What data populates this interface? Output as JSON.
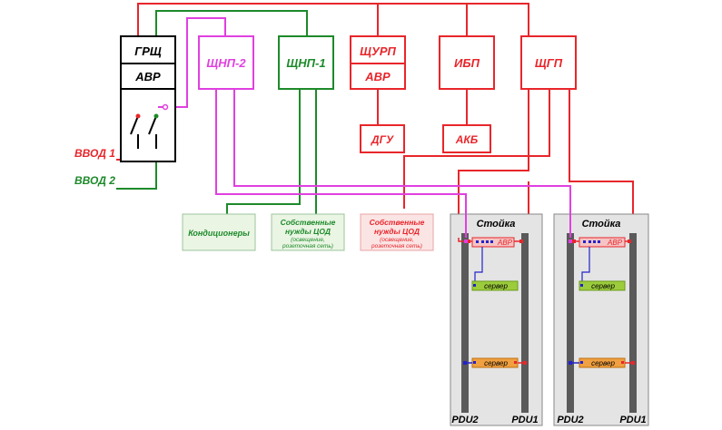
{
  "colors": {
    "red": "#e8262b",
    "green": "#1d8a2a",
    "magenta": "#e040e0",
    "blue": "#2222cc",
    "black": "#000000",
    "rack_fill": "#e4e4e4",
    "pdu_fill": "#5a5a5a",
    "server_green": "#9ccc3c",
    "server_orange": "#f0a040",
    "avr_fill": "#f6c4c4"
  },
  "main_panel": {
    "title": "ГРЩ",
    "avr": "АВР"
  },
  "inputs": {
    "input1": "ВВОД 1",
    "input2": "ВВОД 2"
  },
  "panels": {
    "shchnp2": "ЩНП-2",
    "shchnp1": "ЩНП-1",
    "shchurp": "ЩУРП",
    "shchurp_avr": "АВР",
    "ibp": "ИБП",
    "shchgp": "ЩГП",
    "dgu": "ДГУ",
    "akb": "АКБ"
  },
  "loads": {
    "conditioners": "Кондиционеры",
    "own_needs_green": {
      "line1": "Собственные",
      "line2": "нужды ЦОД",
      "line3": "(освещение,",
      "line4": "розеточная сеть)"
    },
    "own_needs_red": {
      "line1": "Собственные",
      "line2": "нужды ЦОД",
      "line3": "(освещение,",
      "line4": "розеточная сеть)"
    }
  },
  "racks": [
    {
      "title": "Стойка",
      "avr": "АВР",
      "server_top": "сервер",
      "server_bottom": "сервер",
      "pdu_left": "PDU2",
      "pdu_right": "PDU1"
    },
    {
      "title": "Стойка",
      "avr": "АВР",
      "server_top": "сервер",
      "server_bottom": "сервер",
      "pdu_left": "PDU2",
      "pdu_right": "PDU1"
    }
  ]
}
